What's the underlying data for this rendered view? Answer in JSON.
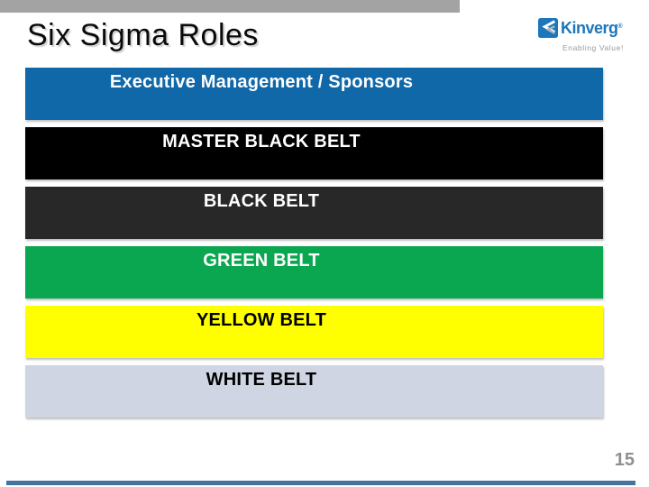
{
  "slide": {
    "title": "Six Sigma Roles",
    "page_number": "15"
  },
  "logo": {
    "brand": "Kinverg",
    "registered_mark": "®",
    "tagline": "Enabling Value!",
    "brand_color": "#1c76bc",
    "tagline_color": "#9a9a9a"
  },
  "roles": [
    {
      "label": "Executive Management / Sponsors",
      "bg_color": "#1168a8",
      "text_color": "#ffffff"
    },
    {
      "label": "MASTER BLACK BELT",
      "bg_color": "#000000",
      "text_color": "#ffffff"
    },
    {
      "label": "BLACK BELT",
      "bg_color": "#282828",
      "text_color": "#ffffff"
    },
    {
      "label": "GREEN BELT",
      "bg_color": "#0aa750",
      "text_color": "#ffffff"
    },
    {
      "label": "YELLOW BELT",
      "bg_color": "#ffff00",
      "text_color": "#000000"
    },
    {
      "label": "WHITE BELT",
      "bg_color": "#cfd5e2",
      "text_color": "#000000"
    }
  ],
  "decor": {
    "top_bar_color": "#a3a3a3",
    "bottom_line_color": "#44739f",
    "page_number_color": "#8f8f8f"
  }
}
